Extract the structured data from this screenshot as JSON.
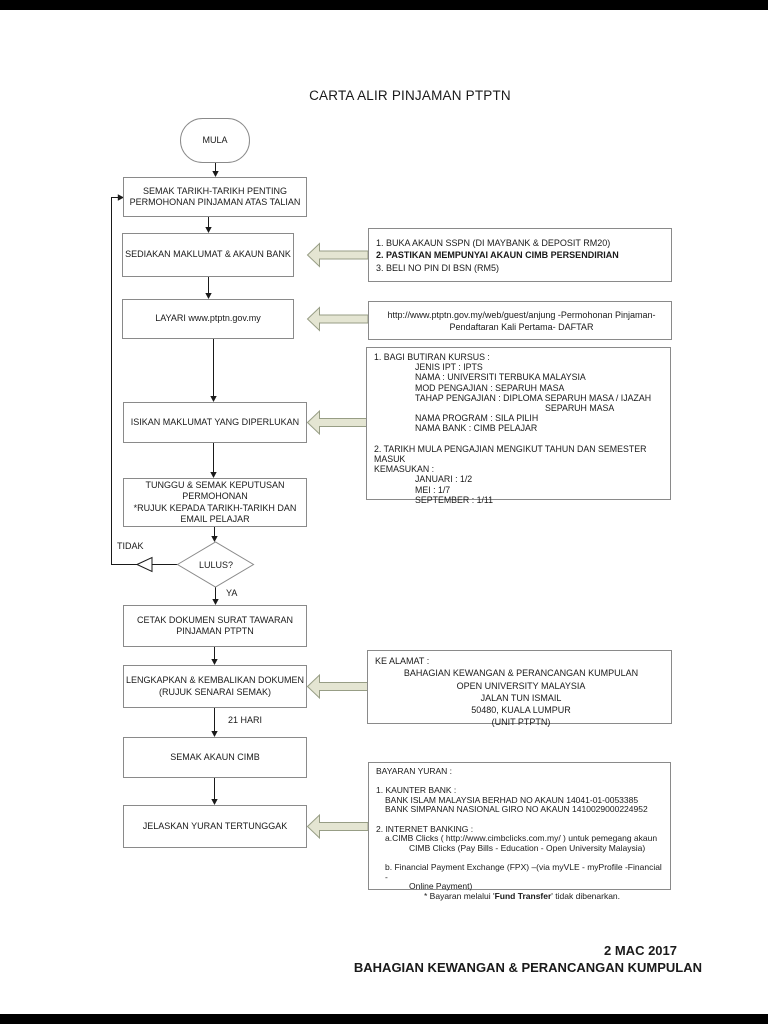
{
  "page": {
    "title": "CARTA ALIR PINJAMAN PTPTN",
    "footer": {
      "date": "2 MAC 2017",
      "dept": "BAHAGIAN KEWANGAN & PERANCANGAN KUMPULAN"
    }
  },
  "colors": {
    "callout_arrow_fill": "#e4e5d2",
    "callout_arrow_stroke": "#979d85",
    "box_border": "#8a8a8a",
    "line": "#1a1a1a",
    "page_bar": "#000000"
  },
  "flow": {
    "start": "MULA",
    "steps": {
      "semak_tarikh": "SEMAK TARIKH-TARIKH PENTING\nPERMOHONAN PINJAMAN ATAS TALIAN",
      "sediakan": "SEDIAKAN MAKLUMAT & AKAUN BANK",
      "layari": "LAYARI www.ptptn.gov.my",
      "isikan": "ISIKAN MAKLUMAT YANG DIPERLUKAN",
      "tunggu": "TUNGGU & SEMAK KEPUTUSAN\nPERMOHONAN\n*RUJUK KEPADA TARIKH-TARIKH DAN\nEMAIL PELAJAR",
      "cetak": "CETAK DOKUMEN SURAT TAWARAN\nPINJAMAN PTPTN",
      "lengkapkan": "LENGKAPKAN & KEMBALIKAN DOKUMEN\n(RUJUK SENARAI SEMAK)",
      "semak_akaun": "SEMAK AKAUN CIMB",
      "jelaskan": "JELASKAN YURAN TERTUNGGAK"
    },
    "decision": "LULUS?",
    "labels": {
      "no": "TIDAK",
      "yes": "YA",
      "wait": "21 HARI"
    }
  },
  "annotations": {
    "bank": {
      "lines": [
        "1. BUKA AKAUN SSPN (DI MAYBANK & DEPOSIT RM20)",
        "2. PASTIKAN MEMPUNYAI AKAUN CIMB PERSENDIRIAN",
        "3. BELI NO PIN DI BSN (RM5)"
      ]
    },
    "url": {
      "lines": [
        "http://www.ptptn.gov.my/web/guest/anjung -Permohonan Pinjaman-",
        "Pendaftaran Kali Pertama- DAFTAR"
      ]
    },
    "kursus": {
      "lines": [
        "1. BAGI BUTIRAN KURSUS :",
        "JENIS IPT : IPTS",
        "NAMA : UNIVERSITI TERBUKA MALAYSIA",
        "MOD PENGAJIAN : SEPARUH MASA",
        "TAHAP PENGAJIAN : DIPLOMA SEPARUH MASA / IJAZAH",
        "SEPARUH MASA",
        "NAMA PROGRAM : SILA PILIH",
        "NAMA BANK : CIMB PELAJAR",
        "",
        "2. TARIKH MULA PENGAJIAN MENGIKUT TAHUN DAN SEMESTER",
        "MASUK",
        "KEMASUKAN :",
        "JANUARI : 1/2",
        "MEI : 1/7",
        "SEPTEMBER : 1/11"
      ]
    },
    "alamat": {
      "heading": "KE ALAMAT :",
      "lines": [
        "BAHAGIAN KEWANGAN & PERANCANGAN KUMPULAN",
        "OPEN UNIVERSITY MALAYSIA",
        "JALAN TUN ISMAIL",
        "50480, KUALA LUMPUR",
        "(UNIT PTPTN)"
      ]
    },
    "bayaran": {
      "heading": "BAYARAN YURAN :",
      "kaunter_title": "1. KAUNTER BANK :",
      "kaunter_lines": [
        "BANK ISLAM MALAYSIA BERHAD NO AKAUN 14041-01-0053385",
        "BANK SIMPANAN NASIONAL GIRO NO AKAUN 1410029000224952"
      ],
      "internet_title": "2. INTERNET BANKING :",
      "cimb_line1": "a.CIMB Clicks ( http://www.cimbclicks.com.my/ ) untuk pemegang akaun",
      "cimb_line2": "CIMB Clicks (Pay Bills - Education -  Open University Malaysia)",
      "fpx_line1": "b. Financial Payment Exchange (FPX) –(via myVLE - myProfile -Financial -",
      "fpx_line2": "Online Payment)",
      "fund_prefix": "* Bayaran melalui '",
      "fund_bold": "Fund Transfer",
      "fund_suffix": "' tidak dibenarkan."
    }
  }
}
